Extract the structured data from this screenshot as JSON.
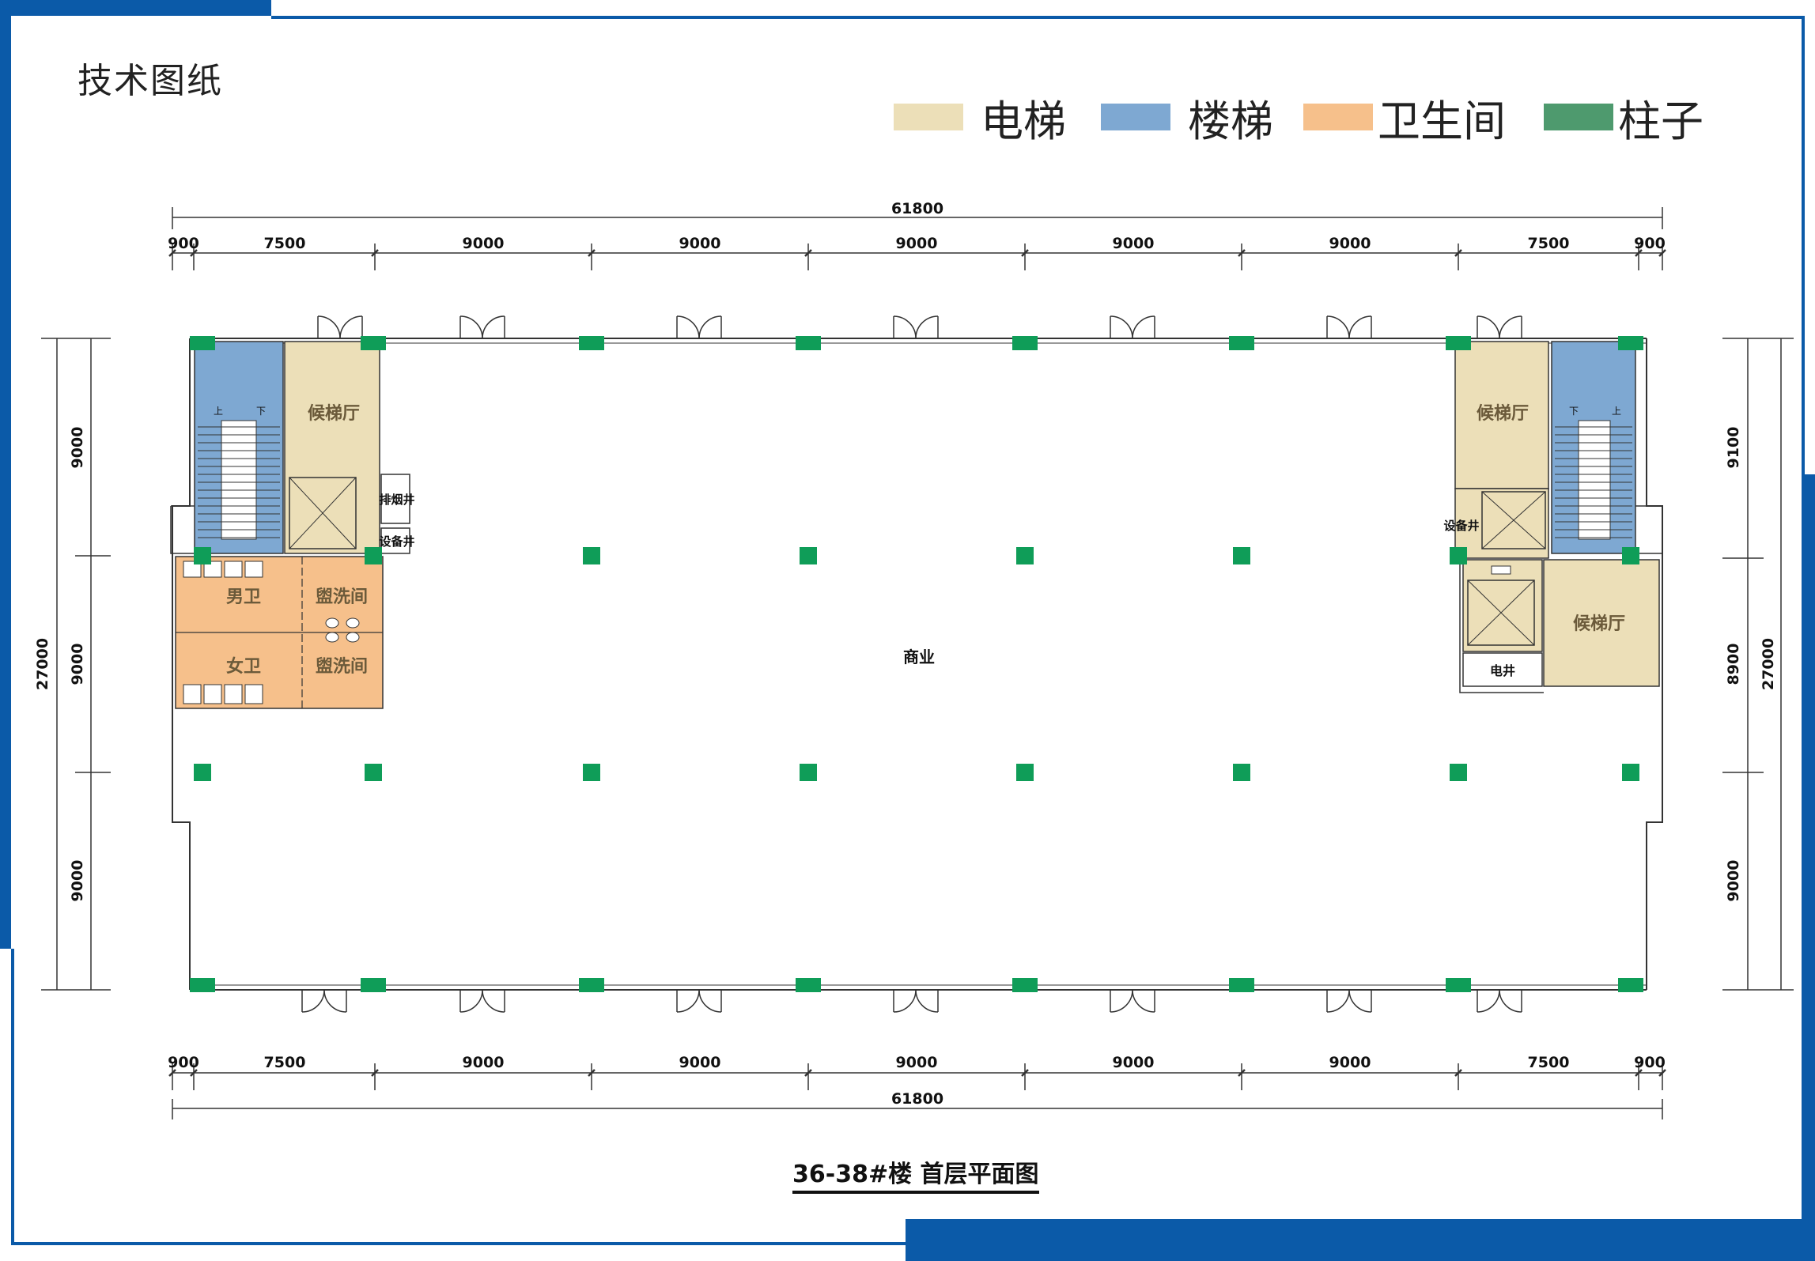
{
  "header": {
    "title": "技术图纸"
  },
  "legend": [
    {
      "label": "电梯",
      "color": "#ecdfb8"
    },
    {
      "label": "楼梯",
      "color": "#7ea8d2"
    },
    {
      "label": "卫生间",
      "color": "#f6c08b"
    },
    {
      "label": "柱子",
      "color": "#4e9a6e"
    }
  ],
  "colors": {
    "frame": "#0b5aa8",
    "column": "#0f9d58",
    "wall": "#333333",
    "stair_fill": "#7ea8d2",
    "elevator_fill": "#ecdfb8",
    "toilet_fill": "#f6c08b",
    "room_text": "#6b5a3a"
  },
  "dimensions": {
    "overall": "61800",
    "top_segments": [
      "900",
      "7500",
      "9000",
      "9000",
      "9000",
      "9000",
      "9000",
      "7500",
      "900"
    ],
    "bottom_segments": [
      "900",
      "7500",
      "9000",
      "9000",
      "9000",
      "9000",
      "9000",
      "7500",
      "900"
    ],
    "left_segments": [
      "9000",
      "9000",
      "9000"
    ],
    "left_total": "27000",
    "right_segments": [
      "9100",
      "8900",
      "9000"
    ],
    "right_total": "27000"
  },
  "rooms": {
    "lobby_left": "候梯厅",
    "lobby_right_top": "候梯厅",
    "lobby_right_bottom": "候梯厅",
    "smoke_shaft": "排烟井",
    "equipment_left": "设备井",
    "equipment_right": "设备井",
    "men_wc": "男卫",
    "women_wc": "女卫",
    "wash_1": "盥洗间",
    "wash_2": "盥洗间",
    "commercial": "商业",
    "electric_shaft": "电井",
    "stair_up_left": "上",
    "stair_down_left": "下",
    "stair_down_right": "下",
    "stair_up_right": "上"
  },
  "caption": "36-38#楼 首层平面图"
}
